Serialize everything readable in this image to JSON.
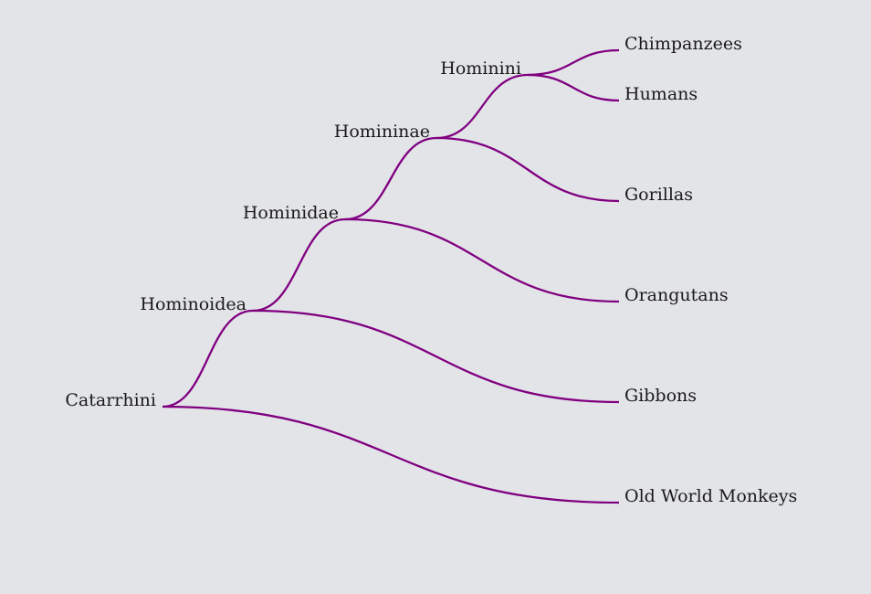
{
  "tree": {
    "link_color": "#800080",
    "root": {
      "name": "Catarrhini",
      "children": [
        {
          "name": "Hominoidea",
          "children": [
            {
              "name": "Hominidae",
              "children": [
                {
                  "name": "Homininae",
                  "children": [
                    {
                      "name": "Hominini",
                      "children": [
                        {
                          "name": "Chimpanzees"
                        },
                        {
                          "name": "Humans"
                        }
                      ]
                    },
                    {
                      "name": "Gorillas"
                    }
                  ]
                },
                {
                  "name": "Orangutans"
                }
              ]
            },
            {
              "name": "Gibbons"
            }
          ]
        },
        {
          "name": "Old World Monkeys"
        }
      ]
    }
  }
}
